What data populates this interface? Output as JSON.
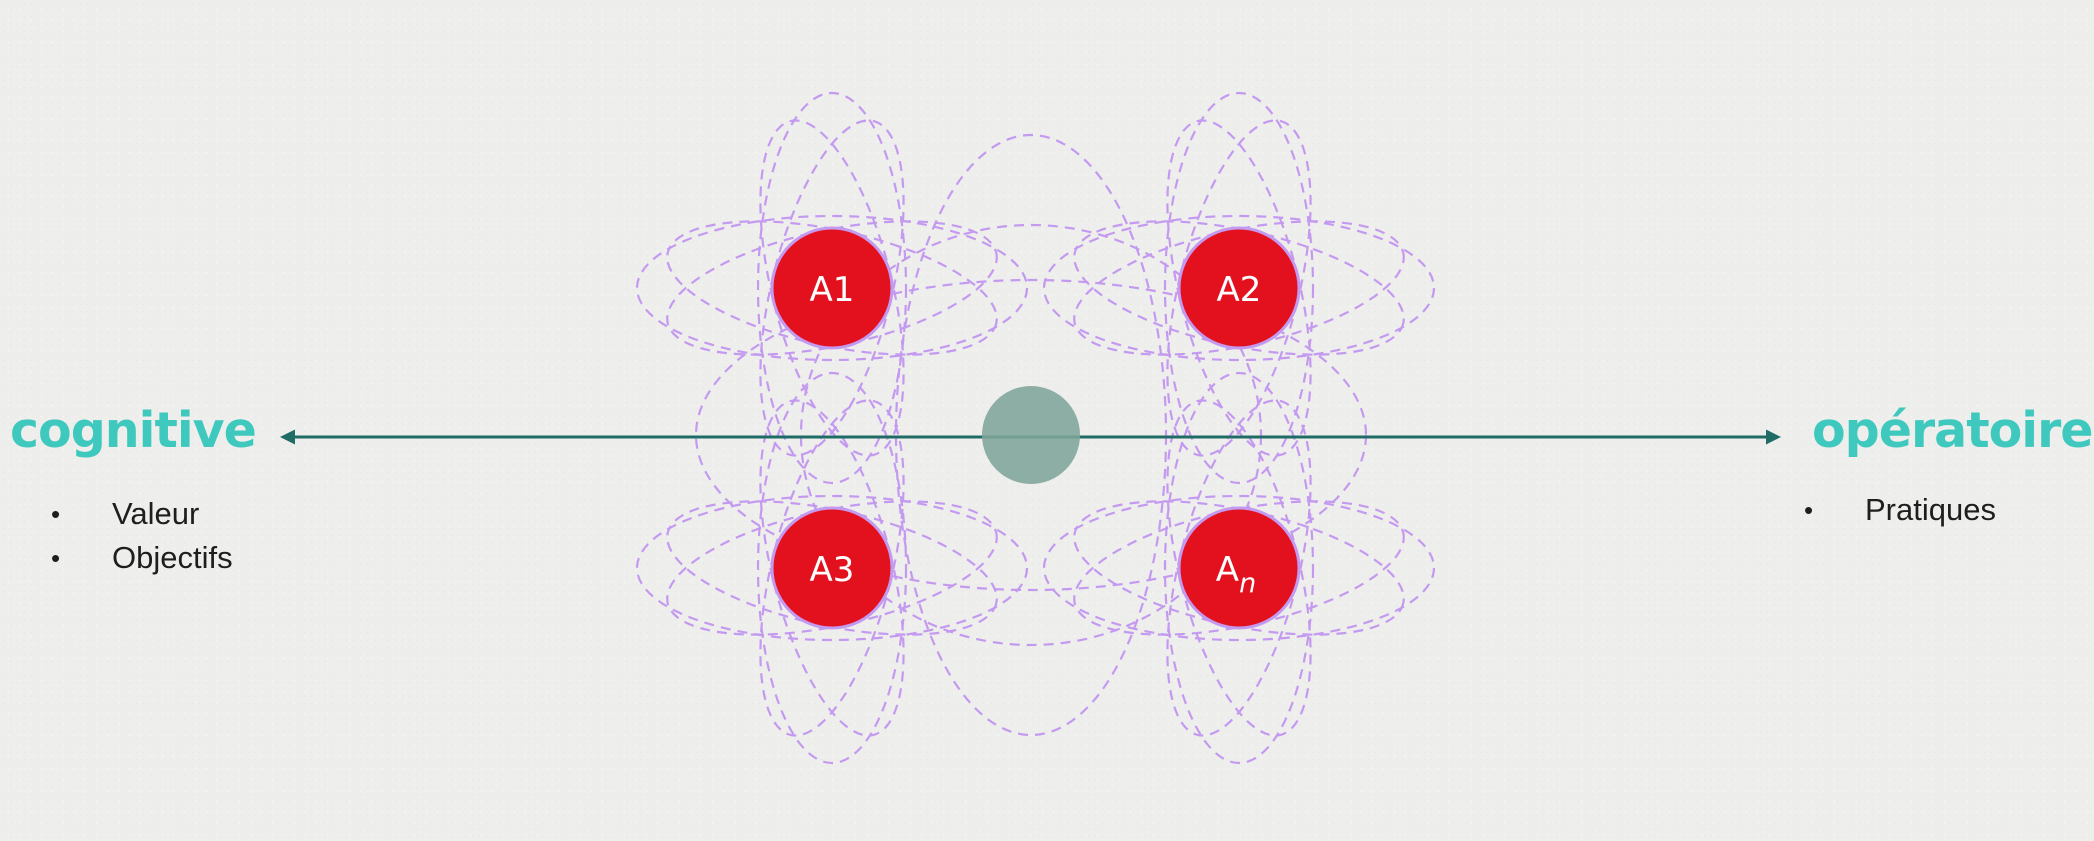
{
  "colors": {
    "background": "#eeeeec",
    "heading": "#3fc9be",
    "axis": "#1f6b66",
    "hub": "#7fa59b",
    "node_fill": "#e3111d",
    "node_stroke": "#c49af0",
    "ellipse_stroke": "#c49af0"
  },
  "left_pole": {
    "title": "cognitive",
    "bullets": [
      "Valeur",
      "Objectifs"
    ]
  },
  "right_pole": {
    "title": "opératoire",
    "bullets": [
      "Pratiques"
    ]
  },
  "nodes": [
    {
      "label": "A1",
      "subscript": ""
    },
    {
      "label": "A2",
      "subscript": ""
    },
    {
      "label": "A3",
      "subscript": ""
    },
    {
      "label": "A",
      "subscript": "n"
    }
  ]
}
